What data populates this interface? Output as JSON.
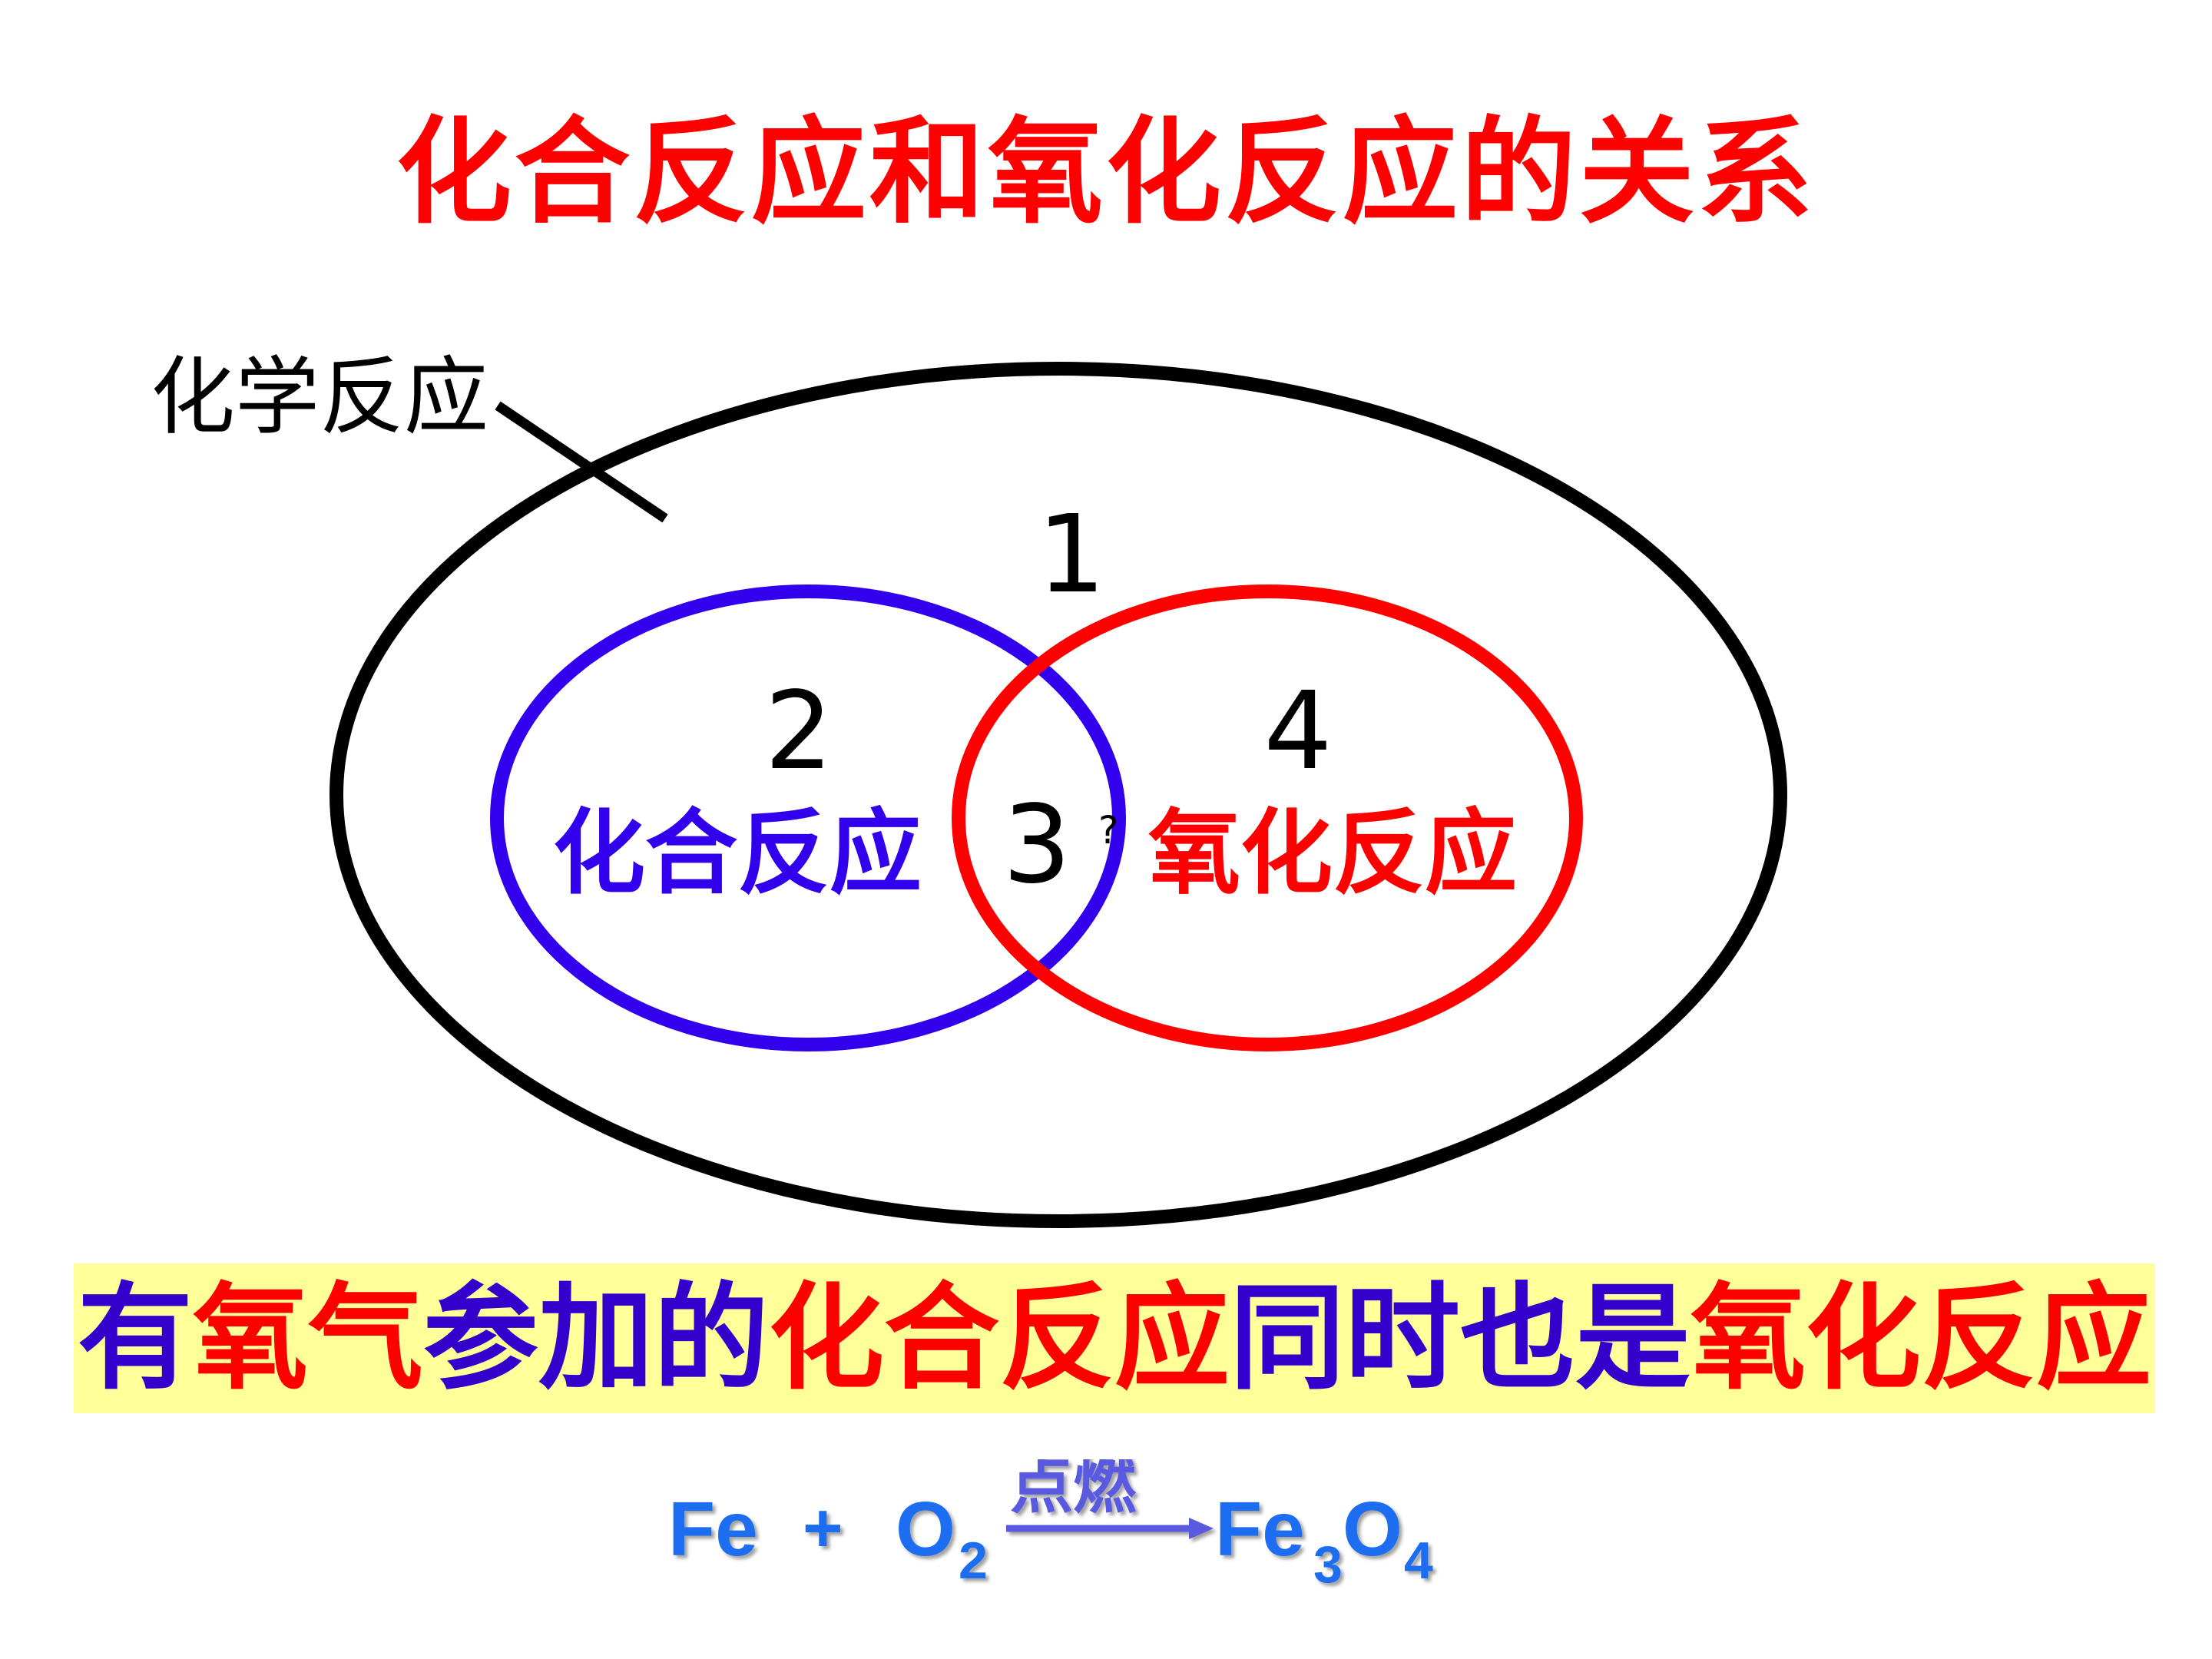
{
  "title": "化合反应和氧化反应的关系",
  "diagram": {
    "outer_label": "化学反应",
    "region_1": "1",
    "region_2": "2",
    "region_3": "3",
    "region_3_mark": "?",
    "region_4": "4",
    "left_set_label": "化合反应",
    "right_set_label": "氧化反应",
    "colors": {
      "outer": "#000000",
      "left": "#3300ee",
      "right": "#ff0000"
    }
  },
  "banner": {
    "parts": [
      {
        "text": "有",
        "color": "blue"
      },
      {
        "text": "氧气",
        "color": "red"
      },
      {
        "text": "参加的",
        "color": "blue"
      },
      {
        "text": "化合反应",
        "color": "red"
      },
      {
        "text": "同时也是",
        "color": "blue"
      },
      {
        "text": "氧化反应",
        "color": "red"
      }
    ]
  },
  "equation": {
    "reactant_1": "Fe",
    "plus": "+",
    "reactant_2": "O",
    "reactant_2_sub": "2",
    "condition": "点燃",
    "product_fe": "Fe",
    "product_fe_sub": "3",
    "product_o": "O",
    "product_o_sub": "4"
  }
}
